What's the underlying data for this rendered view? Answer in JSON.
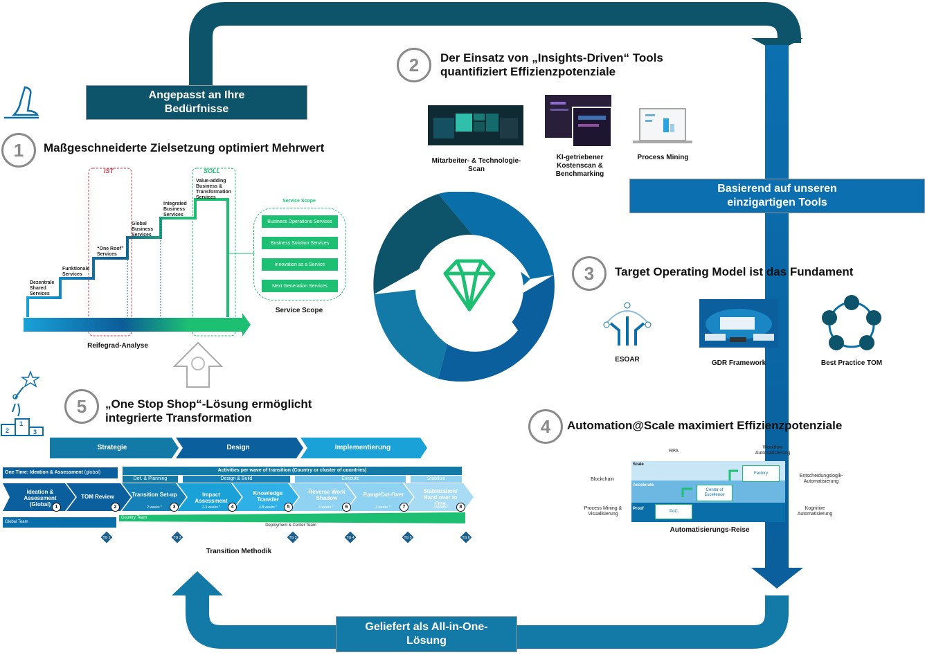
{
  "banners": {
    "top_left": "Angepasst an Ihre Bedürfnisse",
    "right": "Basierend auf unseren einzigartigen Tools",
    "bottom": "Geliefert als All-in-One-Lösung"
  },
  "sections": [
    {
      "num": "1",
      "title": "Maßgeschneiderte Zielsetzung optimiert Mehrwert"
    },
    {
      "num": "2",
      "title": "Der Einsatz von „Insights-Driven“ Tools quantifiziert Effizienzpotenziale"
    },
    {
      "num": "3",
      "title": "Target Operating Model ist das Fundament"
    },
    {
      "num": "4",
      "title": "Automation@Scale maximiert Effizienzpotenziale"
    },
    {
      "num": "5",
      "title": "„One Stop Shop“-Lösung ermöglicht integrierte Transformation"
    }
  ],
  "maturity": {
    "ist": "IST",
    "soll": "SOLL",
    "steps": [
      "Dezentrale Shared Services",
      "Funktionale Services",
      "“One Roof” Services",
      "Global Business Services",
      "Integrated Business Services",
      "Value-adding Business & Transformation Services"
    ],
    "caption": "Reifegrad-Analyse",
    "scope_title": "Service Scope",
    "scope_items": [
      "Business Operations Services",
      "Business Solution Services",
      "Innovation as a Service",
      "Next Generation Services"
    ],
    "scope_caption": "Service Scope"
  },
  "tools": [
    {
      "label": "Mitarbeiter- & Technologie-Scan"
    },
    {
      "label": "KI-getriebener Kostenscan & Benchmarking"
    },
    {
      "label": "Process Mining"
    }
  ],
  "tom": [
    {
      "label": "ESOAR"
    },
    {
      "label": "GDR Framework"
    },
    {
      "label": "Best Practice TOM"
    }
  ],
  "automation": {
    "labels": {
      "rpa": "RPA",
      "workflow": "Workflow Automatisierung",
      "blockchain": "Blockchain",
      "decision": "Entscheidungslogik-Automatisierung",
      "process_mining": "Process Mining & Visualisierung",
      "cognitive": "Kognitive Automatisierung"
    },
    "levels": [
      "Scale",
      "Accelerate",
      "Proof"
    ],
    "boxes": [
      "Factory",
      "Center of Excellence",
      "PoC"
    ],
    "caption": "Automatisierungs-Reise"
  },
  "transition": {
    "phases": [
      "Strategie",
      "Design",
      "Implementierung"
    ],
    "one_time": "One Time: Ideation & Assessment",
    "one_time_suffix": "(global)",
    "activities": "Activities per wave of transition (Country or cluster of countries)",
    "sub_phases": [
      "Def. & Planning",
      "Design & Build",
      "Execute",
      "Stabilize"
    ],
    "steps": [
      {
        "label": "Ideation & Assessment (Global)",
        "dur": "",
        "num": "1"
      },
      {
        "label": "TOM Review",
        "dur": "",
        "num": "2"
      },
      {
        "label": "Transition Set-up",
        "dur": "2 weeks *",
        "num": "3"
      },
      {
        "label": "Impact Assessment",
        "dur": "2-3 weeks *",
        "num": "4"
      },
      {
        "label": "Knowledge Transfer",
        "dur": "4-8 weeks *",
        "num": "5"
      },
      {
        "label": "Reverse Work Shadow",
        "dur": "4 weeks *",
        "num": "6"
      },
      {
        "label": "Ramp/Cut-Over",
        "dur": "4 weeks *",
        "num": "7"
      },
      {
        "label": "Stabilization/ Hand over to Ops",
        "dur": "4 weeks *",
        "num": "8"
      }
    ],
    "global_team": "Global Team",
    "country_team": "Country Team",
    "deployment": "Deployment & Center Team",
    "gates": [
      "TG 1",
      "TG 2",
      "TG 3",
      "TG 4",
      "TG 5",
      "TG 6"
    ],
    "caption": "Transition Methodik"
  },
  "colors": {
    "dark_teal": "#0d5369",
    "blue": "#0a6ea8",
    "green": "#1dbf73",
    "mid_blue": "#1681b8"
  }
}
